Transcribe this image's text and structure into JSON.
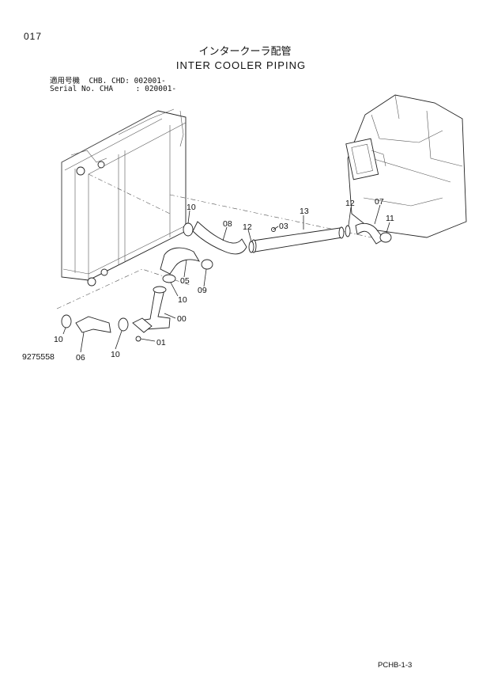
{
  "page": {
    "number": "017",
    "footer_code": "PCHB-1-3"
  },
  "title": {
    "japanese": "インタークーラ配管",
    "english": "INTER COOLER PIPING"
  },
  "serial": {
    "line1": "適用号機  CHB. CHD: 002001-",
    "line2": "Serial No. CHA     : 020001-"
  },
  "drawing_number": "9275558",
  "callouts": {
    "c00": "00",
    "c01": "01",
    "c03": "03",
    "c05": "05",
    "c06": "06",
    "c07": "07",
    "c08": "08",
    "c09": "09",
    "c10a": "10",
    "c10b": "10",
    "c10c": "10",
    "c10d": "10",
    "c11": "11",
    "c12a": "12",
    "c12b": "12",
    "c13": "13"
  }
}
